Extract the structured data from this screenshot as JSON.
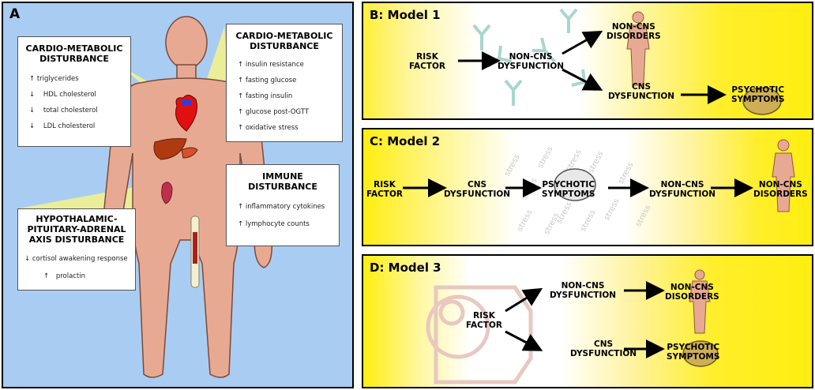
{
  "panel_a": {
    "label": "A",
    "box1": {
      "title_line1": "CARDIO-METABOLIC",
      "title_line2": "DISTURBANCE",
      "items": [
        "triglycerides",
        "HDL cholesterol",
        "total cholesterol",
        "LDL cholesterol"
      ]
    },
    "box2": {
      "title_line1": "CARDIO-METABOLIC",
      "title_line2": "DISTURBANCE",
      "items": [
        "insulin resistance",
        "fasting glucose",
        "fasting insulin",
        "glucose post-OGTT",
        "oxidative stress"
      ]
    },
    "box3": {
      "title_line1": "IMMUNE",
      "title_line2": "DISTURBANCE",
      "items": [
        "inflammatory cytokines",
        "lymphocyte counts"
      ]
    },
    "box4": {
      "title_line1": "HYPOTHALAMIC-",
      "title_line2": "PITUITARY-ADRENAL",
      "title_line3": "AXIS DISTURBANCE",
      "items": [
        "cortisol awakening response",
        "prolactin"
      ]
    },
    "colors": {
      "background": "#a9cdf2",
      "body": "#e8a993",
      "spotlight": "#f7f38a"
    }
  },
  "panel_b": {
    "title": "B: Model 1",
    "risk_factor": [
      "RISK",
      "FACTOR"
    ],
    "non_cns_dysfunction": [
      "NON-CNS",
      "DYSFUNCTION"
    ],
    "non_cns_disorders": [
      "NON-CNS",
      "DISORDERS"
    ],
    "cns_dysfunction": [
      "CNS",
      "DYSFUNCTION"
    ],
    "psychotic_symptoms": [
      "PSYCHOTIC",
      "SYMPTOMS"
    ]
  },
  "panel_c": {
    "title": "C: Model 2",
    "risk_factor": [
      "RISK",
      "FACTOR"
    ],
    "cns_dysfunction": [
      "CNS",
      "DYSFUNCTION"
    ],
    "psychotic_symptoms": [
      "PSYCHOTIC",
      "SYMPTOMS"
    ],
    "non_cns_dysfunction": [
      "NON-CNS",
      "DYSFUNCTION"
    ],
    "non_cns_disorders": [
      "NON-CNS",
      "DISORDERS"
    ],
    "watermark_word": "stress"
  },
  "panel_d": {
    "title": "D: Model 3",
    "risk_factor": [
      "RISK",
      "FACTOR"
    ],
    "non_cns_dysfunction": [
      "NON-CNS",
      "DYSFUNCTION"
    ],
    "non_cns_disorders": [
      "NON-CNS",
      "DISORDERS"
    ],
    "cns_dysfunction": [
      "CNS",
      "DYSFUNCTION"
    ],
    "psychotic_symptoms": [
      "PSYCHOTIC",
      "SYMPTOMS"
    ]
  }
}
